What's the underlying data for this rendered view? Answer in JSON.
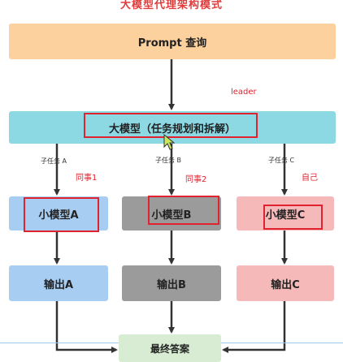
{
  "title": "大模型代理架构模式",
  "nodes": {
    "prompt": "Prompt 查询",
    "big_model": "大模型（任务规划和拆解）",
    "small_a": "小模型A",
    "small_b": "小模型B",
    "small_c": "小模型C",
    "output_a": "输出A",
    "output_b": "输出B",
    "output_c": "输出C",
    "final": "最终答案"
  },
  "edge_labels": {
    "task_a": "子任务 A",
    "task_b": "子任务 B",
    "task_c": "子任务 C"
  },
  "annotations": {
    "leader": "leader",
    "colleague1": "同事1",
    "colleague2": "同事2",
    "self": "自己"
  },
  "colors": {
    "prompt": "#fcd19d",
    "big_model": "#8cd8e3",
    "branch_a": "#a8cdf2",
    "branch_b": "#9b9b9b",
    "branch_c": "#f5b9b9",
    "final": "#d7ecd2",
    "annotation": "#e0232f"
  }
}
